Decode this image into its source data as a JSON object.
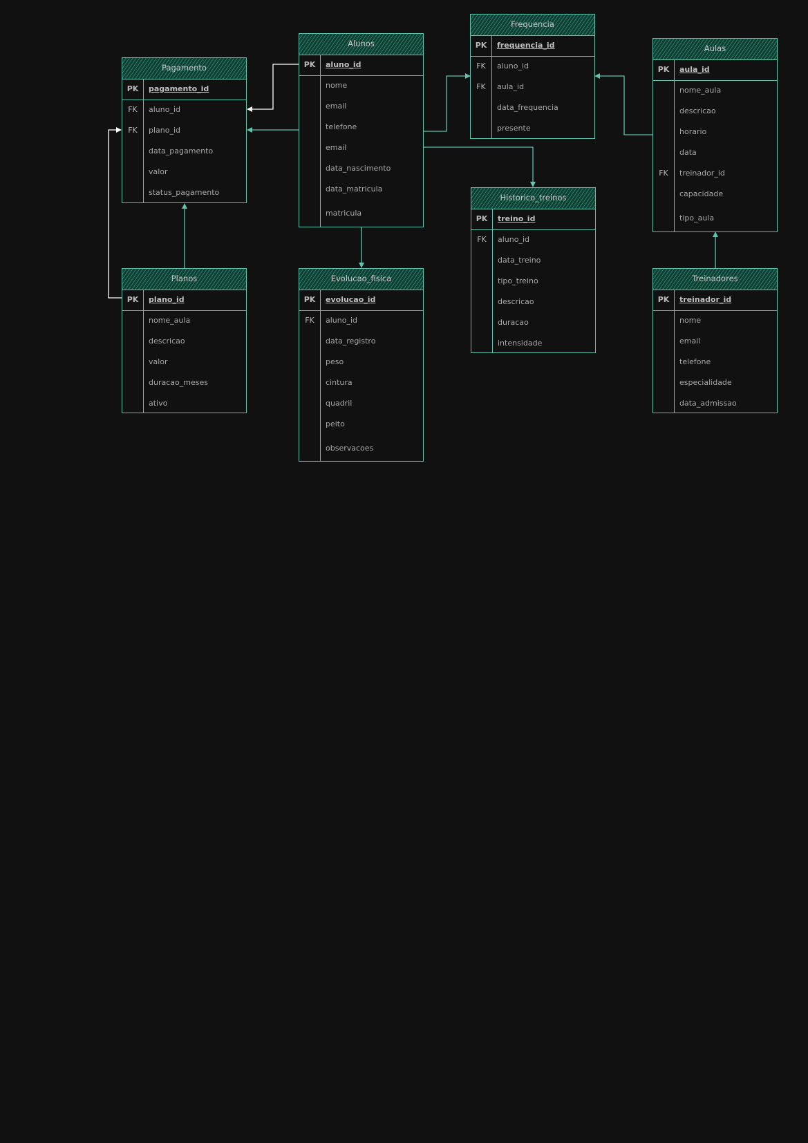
{
  "tables": [
    {
      "name": "Pagamento",
      "fields": [
        {
          "key": "PK",
          "name": "pagamento_id",
          "pk": true
        },
        {
          "key": "FK",
          "name": "aluno_id"
        },
        {
          "key": "FK",
          "name": "plano_id"
        },
        {
          "key": "",
          "name": "data_pagamento"
        },
        {
          "key": "",
          "name": "valor"
        },
        {
          "key": "",
          "name": "status_pagamento"
        }
      ]
    },
    {
      "name": "Alunos",
      "fields": [
        {
          "key": "PK",
          "name": "aluno_id",
          "pk": true
        },
        {
          "key": "",
          "name": "nome"
        },
        {
          "key": "",
          "name": "email"
        },
        {
          "key": "",
          "name": "telefone"
        },
        {
          "key": "",
          "name": "email"
        },
        {
          "key": "",
          "name": "data_nascimento"
        },
        {
          "key": "",
          "name": "data_matricula"
        },
        {
          "key": "",
          "name": "matricula"
        }
      ]
    },
    {
      "name": "Frequencia",
      "fields": [
        {
          "key": "PK",
          "name": "frequencia_id",
          "pk": true
        },
        {
          "key": "FK",
          "name": "aluno_id"
        },
        {
          "key": "FK",
          "name": "aula_id"
        },
        {
          "key": "",
          "name": "data_frequencia"
        },
        {
          "key": "",
          "name": "presente"
        }
      ]
    },
    {
      "name": "Aulas",
      "fields": [
        {
          "key": "PK",
          "name": "aula_id",
          "pk": true
        },
        {
          "key": "",
          "name": "nome_aula"
        },
        {
          "key": "",
          "name": "descricao"
        },
        {
          "key": "",
          "name": "horario"
        },
        {
          "key": "",
          "name": "data"
        },
        {
          "key": "FK",
          "name": "treinador_id"
        },
        {
          "key": "",
          "name": "capacidade"
        },
        {
          "key": "",
          "name": "tipo_aula"
        }
      ]
    },
    {
      "name": "Historico_treinos",
      "fields": [
        {
          "key": "PK",
          "name": "treino_id",
          "pk": true
        },
        {
          "key": "FK",
          "name": "aluno_id"
        },
        {
          "key": "",
          "name": "data_treino"
        },
        {
          "key": "",
          "name": "tipo_treino"
        },
        {
          "key": "",
          "name": "descricao"
        },
        {
          "key": "",
          "name": "duracao"
        },
        {
          "key": "",
          "name": "intensidade"
        }
      ]
    },
    {
      "name": "Planos",
      "fields": [
        {
          "key": "PK",
          "name": "plano_id",
          "pk": true
        },
        {
          "key": "",
          "name": "nome_aula"
        },
        {
          "key": "",
          "name": "descricao"
        },
        {
          "key": "",
          "name": "valor"
        },
        {
          "key": "",
          "name": "duracao_meses"
        },
        {
          "key": "",
          "name": "ativo"
        }
      ]
    },
    {
      "name": "Evolucao_fisica",
      "fields": [
        {
          "key": "PK",
          "name": "evolucao_id",
          "pk": true
        },
        {
          "key": "FK",
          "name": "aluno_id"
        },
        {
          "key": "",
          "name": "data_registro"
        },
        {
          "key": "",
          "name": "peso"
        },
        {
          "key": "",
          "name": "cintura"
        },
        {
          "key": "",
          "name": "quadril"
        },
        {
          "key": "",
          "name": "peito"
        },
        {
          "key": "",
          "name": "observacoes"
        }
      ]
    },
    {
      "name": "Treinadores",
      "fields": [
        {
          "key": "PK",
          "name": "treinador_id",
          "pk": true
        },
        {
          "key": "",
          "name": "nome"
        },
        {
          "key": "",
          "name": "email"
        },
        {
          "key": "",
          "name": "telefone"
        },
        {
          "key": "",
          "name": "especialidade"
        },
        {
          "key": "",
          "name": "data_admissao"
        }
      ]
    }
  ],
  "relationships": [
    {
      "from": "Alunos",
      "to": "Pagamento",
      "color": "#ffffff"
    },
    {
      "from": "Alunos",
      "to": "Pagamento",
      "color": "#5fc4ae"
    },
    {
      "from": "Planos",
      "to": "Pagamento",
      "color": "#ffffff"
    },
    {
      "from": "Planos",
      "to": "Pagamento",
      "color": "#5fc4ae"
    },
    {
      "from": "Alunos",
      "to": "Frequencia",
      "color": "#5fc4ae"
    },
    {
      "from": "Aulas",
      "to": "Frequencia",
      "color": "#5fc4ae"
    },
    {
      "from": "Alunos",
      "to": "Historico_treinos",
      "color": "#5fc4ae"
    },
    {
      "from": "Alunos",
      "to": "Evolucao_fisica",
      "color": "#5fc4ae"
    },
    {
      "from": "Treinadores",
      "to": "Aulas",
      "color": "#5fc4ae"
    }
  ],
  "colors": {
    "background": "#111111",
    "accent": "#5fc4ae",
    "header_fill": "#0e3f33",
    "text": "#b8b8b8"
  }
}
